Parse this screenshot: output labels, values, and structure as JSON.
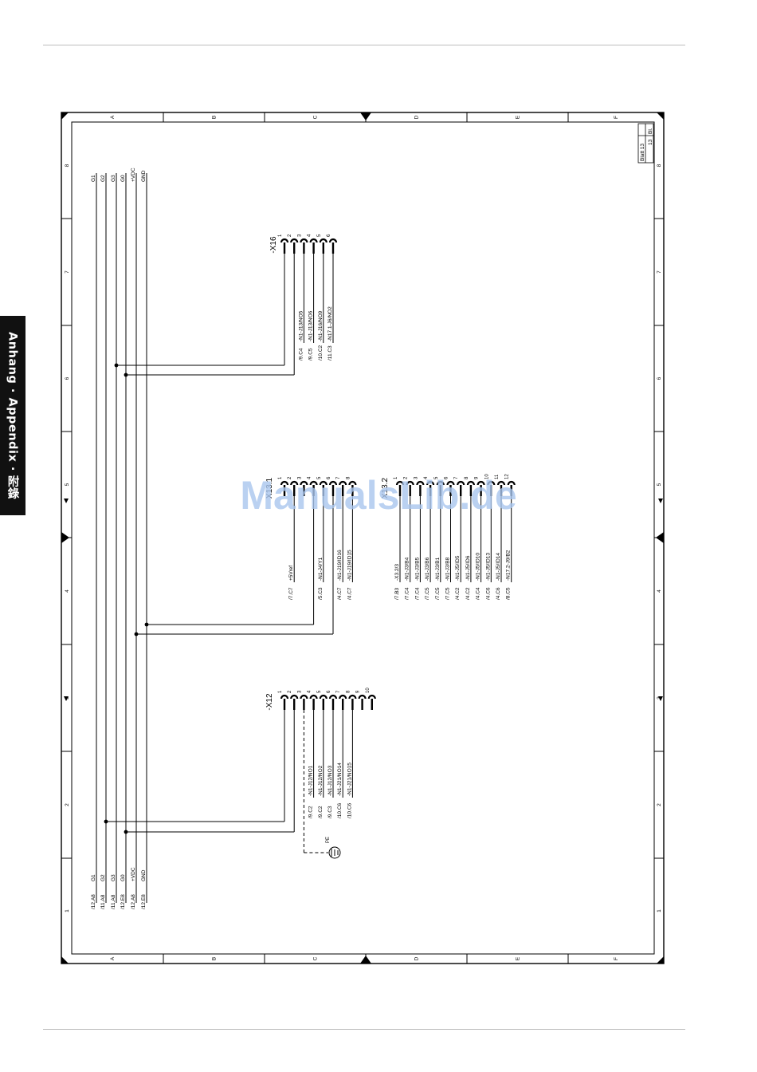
{
  "side_tab": "Anhang · Appendix · 附錄",
  "watermark": "ManualsLib.de",
  "colors": {
    "frame": "#000000",
    "rule": "#bdbdbd",
    "tab": "#111111",
    "watermark": "#a9c6ee"
  },
  "frame": {
    "columns": [
      "A",
      "B",
      "C",
      "D",
      "E",
      "F"
    ],
    "rows": [
      "1",
      "2",
      "3",
      "4",
      "5",
      "6",
      "7",
      "8"
    ]
  },
  "title_block": {
    "label": "Blatt",
    "sheet": "13",
    "sheet2": "13",
    "suffix": "Bl."
  },
  "buses": {
    "top": [
      "G1",
      "G2",
      "G3",
      "G0",
      "+VDC",
      "GND"
    ],
    "bottom": [
      "G1",
      "G2",
      "G3",
      "G0",
      "+VDC",
      "GND"
    ],
    "bottom_refs": [
      "/12.A8",
      "/11.A8",
      "/11.A8",
      "/12.E8",
      "/12.A8",
      "/12.E8"
    ]
  },
  "connectors": [
    {
      "name": "-X16",
      "pins": [
        "1",
        "2",
        "3",
        "4",
        "5",
        "6"
      ],
      "wires": [
        {
          "pin": "3",
          "ref": "/9.C4",
          "label": "-N1-J13/NO5"
        },
        {
          "pin": "4",
          "ref": "/9.C5",
          "label": "-N1-J13/NO6"
        },
        {
          "pin": "5",
          "ref": "/10.C2",
          "label": "-N1-J16/NO9"
        },
        {
          "pin": "6",
          "ref": "/11.C3",
          "label": "-N17.1-J6/NO2"
        }
      ]
    },
    {
      "name": "X13.1",
      "pins": [
        "1",
        "2",
        "3",
        "4",
        "5",
        "6",
        "7",
        "8"
      ],
      "wires": [
        {
          "pin": "2",
          "ref": "/7.C7",
          "label": "+5Vref"
        },
        {
          "pin": "5",
          "ref": "/5.C3",
          "label": "-N1-J4/Y1"
        },
        {
          "pin": "7",
          "ref": "/4.C7",
          "label": "-N1-J19/ID16"
        },
        {
          "pin": "8",
          "ref": "/4.C7",
          "label": "-N1-J19/ID15"
        }
      ]
    },
    {
      "name": "X13.2",
      "pins": [
        "1",
        "2",
        "3",
        "4",
        "5",
        "6",
        "7",
        "8",
        "9",
        "10",
        "11",
        "12"
      ],
      "wires": [
        {
          "pin": "1",
          "ref": "/7.B3",
          "label": "-X3.2/3"
        },
        {
          "pin": "2",
          "ref": "/7.C4",
          "label": "-N1-J3/B4"
        },
        {
          "pin": "3",
          "ref": "/7.C4",
          "label": "-N1-J3/B5"
        },
        {
          "pin": "4",
          "ref": "/7.C5",
          "label": "-N1-J3/B6"
        },
        {
          "pin": "5",
          "ref": "/7.C5",
          "label": "-N1-J3/B1"
        },
        {
          "pin": "6",
          "ref": "/7.C5",
          "label": "-N1-J3/B8"
        },
        {
          "pin": "7",
          "ref": "/4.C2",
          "label": "-N1-J5/ID5"
        },
        {
          "pin": "8",
          "ref": "/4.C2",
          "label": "-N1-J5/ID6"
        },
        {
          "pin": "9",
          "ref": "/4.C4",
          "label": "-N1-J5/ID10"
        },
        {
          "pin": "10",
          "ref": "/4.C6",
          "label": "-N1-J5/ID13"
        },
        {
          "pin": "11",
          "ref": "/4.C6",
          "label": "-N1-J5/ID14"
        },
        {
          "pin": "12",
          "ref": "/8.C5",
          "label": "-N17.2-J9/B2"
        }
      ]
    },
    {
      "name": "-X12",
      "pins": [
        "1",
        "2",
        "3",
        "4",
        "5",
        "6",
        "7",
        "8",
        "9",
        "10"
      ],
      "wires": [
        {
          "pin": "4",
          "ref": "/9.C2",
          "label": "-N1-J12/NO1"
        },
        {
          "pin": "5",
          "ref": "/9.C2",
          "label": "-N1-J12/NO2"
        },
        {
          "pin": "6",
          "ref": "/9.C3",
          "label": "-N1-J12/NO3"
        },
        {
          "pin": "7",
          "ref": "/10.C6",
          "label": "-N1-J21/NO14"
        },
        {
          "pin": "8",
          "ref": "/10.C6",
          "label": "-N1-J21/NO15"
        }
      ],
      "pe_label": "PE"
    }
  ]
}
